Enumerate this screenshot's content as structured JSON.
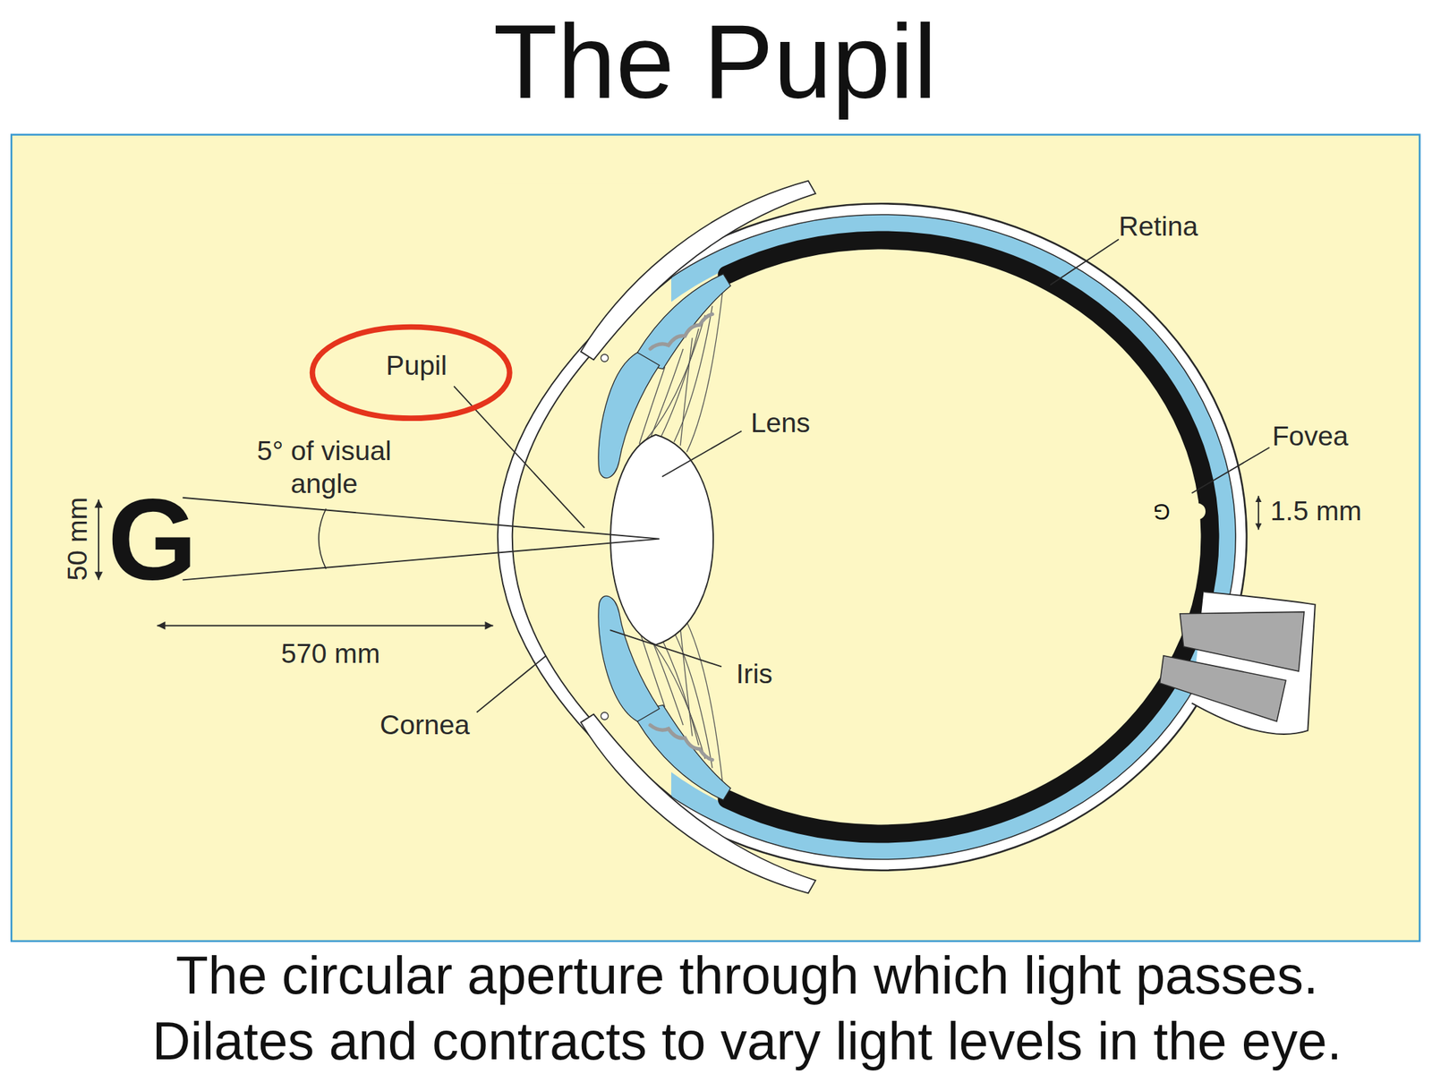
{
  "diagram": {
    "title": "The Pupil",
    "caption": "The circular aperture through which light passes. Dilates and contracts to vary light levels in the eye.",
    "nodes": [
      {
        "text": [
          "Pupil"
        ]
      }
    ],
    "labels": [
      "Retina",
      "Lens",
      "Fovea",
      "5° of visual angle",
      "1.5 mm",
      "50 mm",
      "G",
      "G",
      "570 mm",
      "Iris",
      "Cornea"
    ]
  }
}
